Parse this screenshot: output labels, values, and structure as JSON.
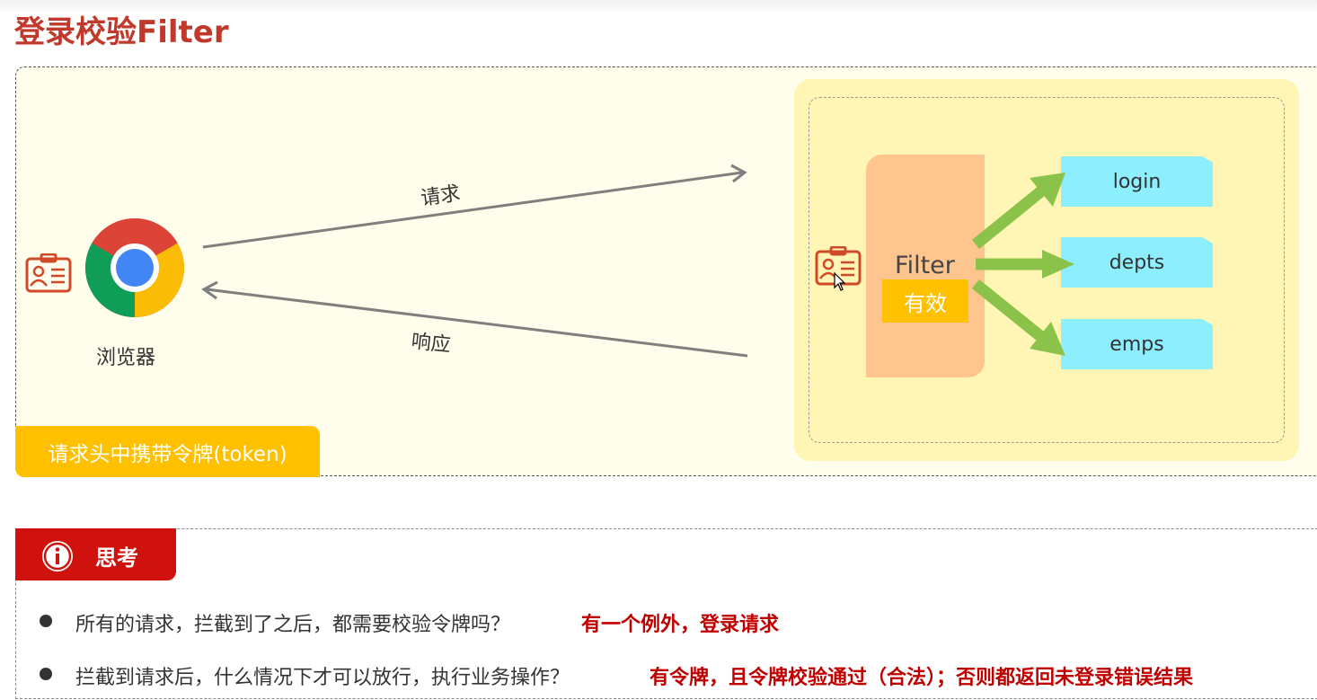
{
  "title": "登录校验Filter",
  "diagram": {
    "browser_label": "浏览器",
    "request_label": "请求",
    "response_label": "响应",
    "token_note": "请求头中携带令牌(token)",
    "filter": {
      "label": "Filter",
      "status": "有效"
    },
    "resources": [
      "login",
      "depts",
      "emps"
    ],
    "icons": {
      "browser": "chrome-browser-icon",
      "badge": "id-badge-icon",
      "cursor": "mouse-cursor-icon"
    },
    "colors": {
      "title": "#c0392b",
      "token_tag": "#ffc000",
      "filter_block": "#fec58e",
      "resource": "#8deefe",
      "arrow_green": "#8bc34a",
      "think_header": "#d0120f",
      "answer": "#c00000"
    }
  },
  "think": {
    "title": "思考",
    "icon": "info-icon",
    "items": [
      {
        "question": "所有的请求，拦截到了之后，都需要校验令牌吗？",
        "answer": "有一个例外，登录请求"
      },
      {
        "question": "拦截到请求后，什么情况下才可以放行，执行业务操作？",
        "answer": "有令牌，且令牌校验通过（合法）；否则都返回未登录错误结果"
      }
    ]
  }
}
